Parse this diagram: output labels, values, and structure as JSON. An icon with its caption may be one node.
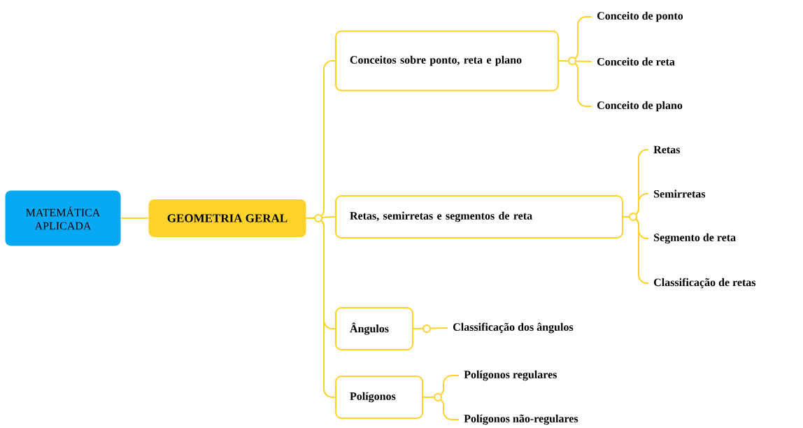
{
  "diagram": {
    "nodes": [
      {
        "text": [
          "MATEMÁTICA APLICADA"
        ]
      },
      {
        "text": [
          "GEOMETRIA GERAL"
        ]
      },
      {
        "text": [
          "Conceitos sobre ponto, reta e plano"
        ]
      },
      {
        "text": [
          "Conceito de ponto"
        ]
      },
      {
        "text": [
          "Conceito de reta"
        ]
      },
      {
        "text": [
          "Conceito de plano"
        ]
      },
      {
        "text": [
          "Retas, semirretas e segmentos de reta"
        ]
      },
      {
        "text": [
          "Retas"
        ]
      },
      {
        "text": [
          "Semirretas"
        ]
      },
      {
        "text": [
          "Segmento de reta"
        ]
      },
      {
        "text": [
          "Classificação de retas"
        ]
      },
      {
        "text": [
          "Ângulos"
        ]
      },
      {
        "text": [
          "Classificação dos ângulos"
        ]
      },
      {
        "text": [
          "Polígonos"
        ]
      },
      {
        "text": [
          "Polígonos regulares"
        ]
      },
      {
        "text": [
          "Polígonos não-regulares"
        ]
      }
    ],
    "edges": [
      {
        "from": 0,
        "to": 1,
        "arrow": "none"
      },
      {
        "from": 1,
        "to": 2,
        "arrow": "none"
      },
      {
        "from": 1,
        "to": 6,
        "arrow": "none"
      },
      {
        "from": 1,
        "to": 11,
        "arrow": "none"
      },
      {
        "from": 1,
        "to": 13,
        "arrow": "none"
      },
      {
        "from": 2,
        "to": 3,
        "arrow": "none"
      },
      {
        "from": 2,
        "to": 4,
        "arrow": "none"
      },
      {
        "from": 2,
        "to": 5,
        "arrow": "none"
      },
      {
        "from": 6,
        "to": 7,
        "arrow": "none"
      },
      {
        "from": 6,
        "to": 8,
        "arrow": "none"
      },
      {
        "from": 6,
        "to": 9,
        "arrow": "none"
      },
      {
        "from": 6,
        "to": 10,
        "arrow": "none"
      },
      {
        "from": 11,
        "to": 12,
        "arrow": "none"
      },
      {
        "from": 13,
        "to": 14,
        "arrow": "none"
      },
      {
        "from": 13,
        "to": 15,
        "arrow": "none"
      }
    ]
  }
}
